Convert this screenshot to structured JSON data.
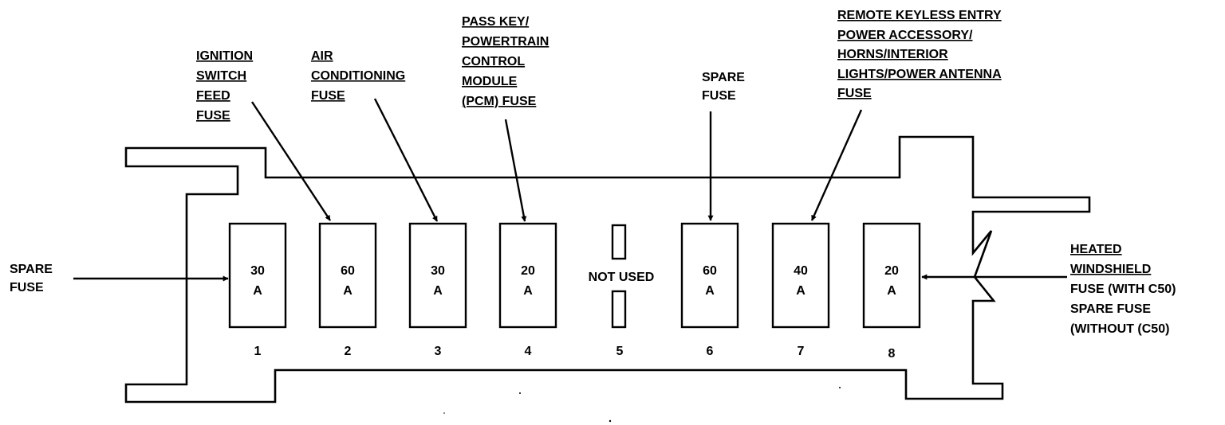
{
  "callouts": {
    "spare_left": [
      "SPARE",
      "FUSE"
    ],
    "ignition": [
      "IGNITION",
      "SWITCH",
      "FEED",
      "FUSE"
    ],
    "air_conditioning": [
      "AIR",
      "CONDITIONING",
      "FUSE"
    ],
    "pass_key": [
      "PASS KEY/",
      "POWERTRAIN",
      "CONTROL",
      "MODULE",
      "(PCM) FUSE"
    ],
    "spare_top": [
      "SPARE",
      "FUSE"
    ],
    "remote_keyless": [
      "REMOTE KEYLESS ENTRY",
      "POWER ACCESSORY/",
      "HORNS/INTERIOR",
      "LIGHTS/POWER ANTENNA",
      "FUSE"
    ],
    "heated_windshield": [
      "HEATED",
      "WINDSHIELD",
      "FUSE (WITH C50)",
      "SPARE FUSE",
      "(WITHOUT (C50)"
    ]
  },
  "not_used_label": "NOT USED",
  "fuses": [
    {
      "number": "1",
      "amp": "30",
      "unit": "A"
    },
    {
      "number": "2",
      "amp": "60",
      "unit": "A"
    },
    {
      "number": "3",
      "amp": "30",
      "unit": "A"
    },
    {
      "number": "4",
      "amp": "20",
      "unit": "A"
    },
    {
      "number": "5",
      "amp": "",
      "unit": ""
    },
    {
      "number": "6",
      "amp": "60",
      "unit": "A"
    },
    {
      "number": "7",
      "amp": "40",
      "unit": "A"
    },
    {
      "number": "8",
      "amp": "20",
      "unit": "A"
    }
  ]
}
